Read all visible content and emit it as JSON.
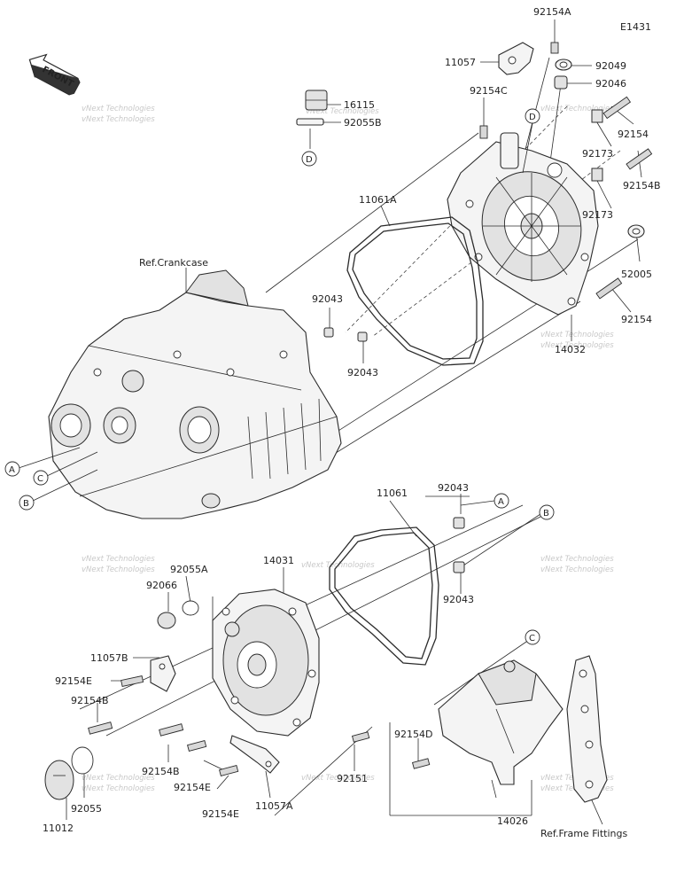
{
  "diagram_code": "E1431",
  "front_label": "FRONT",
  "parts": {
    "p92154A": "92154A",
    "p11057_top": "11057",
    "p92049": "92049",
    "p92046": "92046",
    "p92154C": "92154C",
    "p16115": "16115",
    "p92055B": "92055B",
    "p92154_top": "92154",
    "p92173_a": "92173",
    "p92154B_top": "92154B",
    "p92173_b": "92173",
    "p11061A": "11061A",
    "p52005": "52005",
    "p92154_mid": "92154",
    "p14032": "14032",
    "p92043_a": "92043",
    "p92043_b": "92043",
    "ref_crankcase": "Ref.Crankcase",
    "p11061": "11061",
    "p92043_c": "92043",
    "p92043_d": "92043",
    "p14031": "14031",
    "p92055A": "92055A",
    "p92066": "92066",
    "p11057B": "11057B",
    "p92154E_a": "92154E",
    "p92154B_a": "92154B",
    "p92154B_b": "92154B",
    "p92154E_b": "92154E",
    "p92154E_c": "92154E",
    "p11057A": "11057A",
    "p92154D": "92154D",
    "p92151": "92151",
    "p14026": "14026",
    "p92055": "92055",
    "p11012": "11012",
    "ref_frame": "Ref.Frame Fittings"
  },
  "callouts": {
    "A": "A",
    "B": "B",
    "C": "C",
    "D": "D"
  },
  "watermark": "vNext Technologies"
}
